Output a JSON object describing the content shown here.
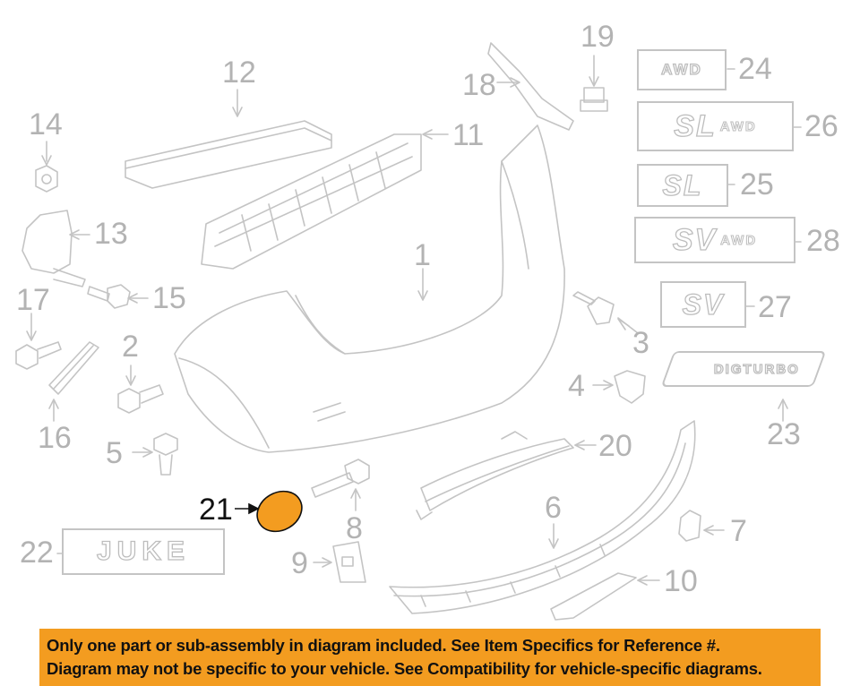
{
  "diagram": {
    "title": "Rear bumper assembly exploded parts diagram",
    "highlighted_part": "21",
    "highlight_color": "#f39c20",
    "line_color": "#c4c4c4",
    "callouts": [
      {
        "id": "1",
        "label": "1"
      },
      {
        "id": "2",
        "label": "2"
      },
      {
        "id": "3",
        "label": "3"
      },
      {
        "id": "4",
        "label": "4"
      },
      {
        "id": "5",
        "label": "5"
      },
      {
        "id": "6",
        "label": "6"
      },
      {
        "id": "7",
        "label": "7"
      },
      {
        "id": "8",
        "label": "8"
      },
      {
        "id": "9",
        "label": "9"
      },
      {
        "id": "10",
        "label": "10"
      },
      {
        "id": "11",
        "label": "11"
      },
      {
        "id": "12",
        "label": "12"
      },
      {
        "id": "13",
        "label": "13"
      },
      {
        "id": "14",
        "label": "14"
      },
      {
        "id": "15",
        "label": "15"
      },
      {
        "id": "16",
        "label": "16"
      },
      {
        "id": "17",
        "label": "17"
      },
      {
        "id": "18",
        "label": "18"
      },
      {
        "id": "19",
        "label": "19"
      },
      {
        "id": "20",
        "label": "20"
      },
      {
        "id": "21",
        "label": "21"
      },
      {
        "id": "22",
        "label": "22"
      },
      {
        "id": "23",
        "label": "23"
      },
      {
        "id": "24",
        "label": "24"
      },
      {
        "id": "25",
        "label": "25"
      },
      {
        "id": "26",
        "label": "26"
      },
      {
        "id": "27",
        "label": "27"
      },
      {
        "id": "28",
        "label": "28"
      }
    ],
    "badges": {
      "awd": "AWD",
      "sl_awd_main": "SL",
      "sl_awd_sub": "AWD",
      "sl": "SL",
      "sv_awd_main": "SV",
      "sv_awd_sub": "AWD",
      "sv": "SV",
      "digturbo": "DIGTURBO",
      "juke": "JUKE"
    }
  },
  "banner": {
    "line1": "Only one part or sub-assembly in diagram included. See Item Specifics for Reference #.",
    "line2": "Diagram may not be specific to your vehicle. See Compatibility for vehicle-specific diagrams.",
    "background": "#f39c20"
  }
}
